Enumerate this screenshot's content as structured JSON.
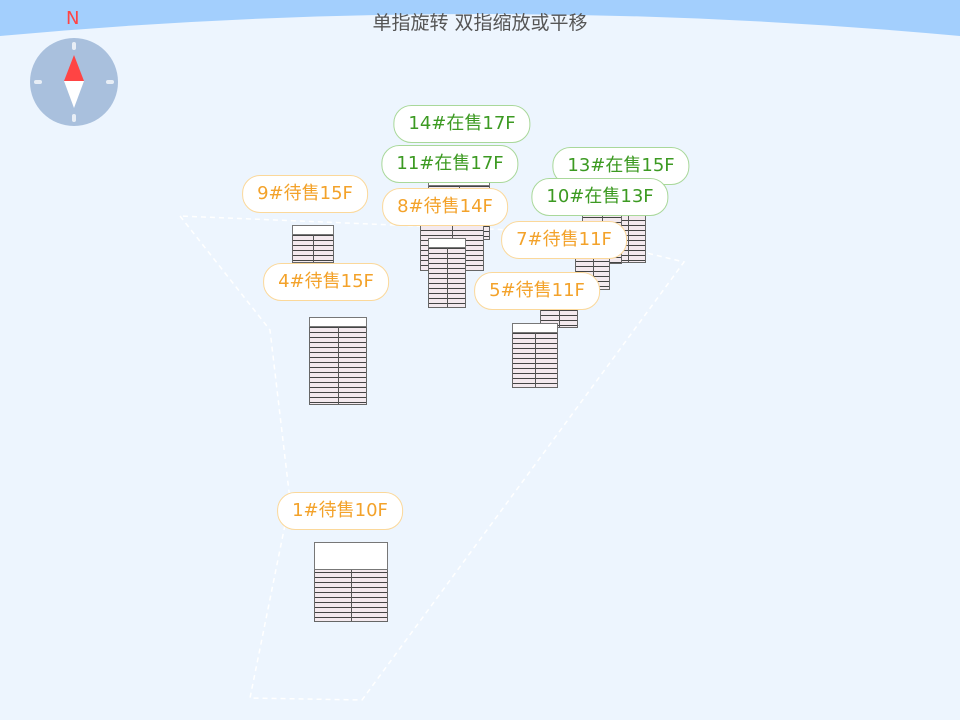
{
  "header": {
    "hint": "单指旋转 双指缩放或平移"
  },
  "compass": {
    "north_label": "N",
    "colors": {
      "north": "#ff4444",
      "south": "#ffffff",
      "dial": "#a9c0dd"
    }
  },
  "buildings": [
    {
      "label": "14#在售17F",
      "status": "on-sale"
    },
    {
      "label": "11#在售17F",
      "status": "on-sale"
    },
    {
      "label": "13#在售15F",
      "status": "on-sale"
    },
    {
      "label": "10#在售13F",
      "status": "on-sale"
    },
    {
      "label": "9#待售15F",
      "status": "pending"
    },
    {
      "label": "8#待售14F",
      "status": "pending"
    },
    {
      "label": "7#待售11F",
      "status": "pending"
    },
    {
      "label": "4#待售15F",
      "status": "pending"
    },
    {
      "label": "5#待售11F",
      "status": "pending"
    },
    {
      "label": "1#待售10F",
      "status": "pending"
    }
  ],
  "colors": {
    "on_sale": "#3c9a22",
    "pending": "#f3a22a"
  }
}
